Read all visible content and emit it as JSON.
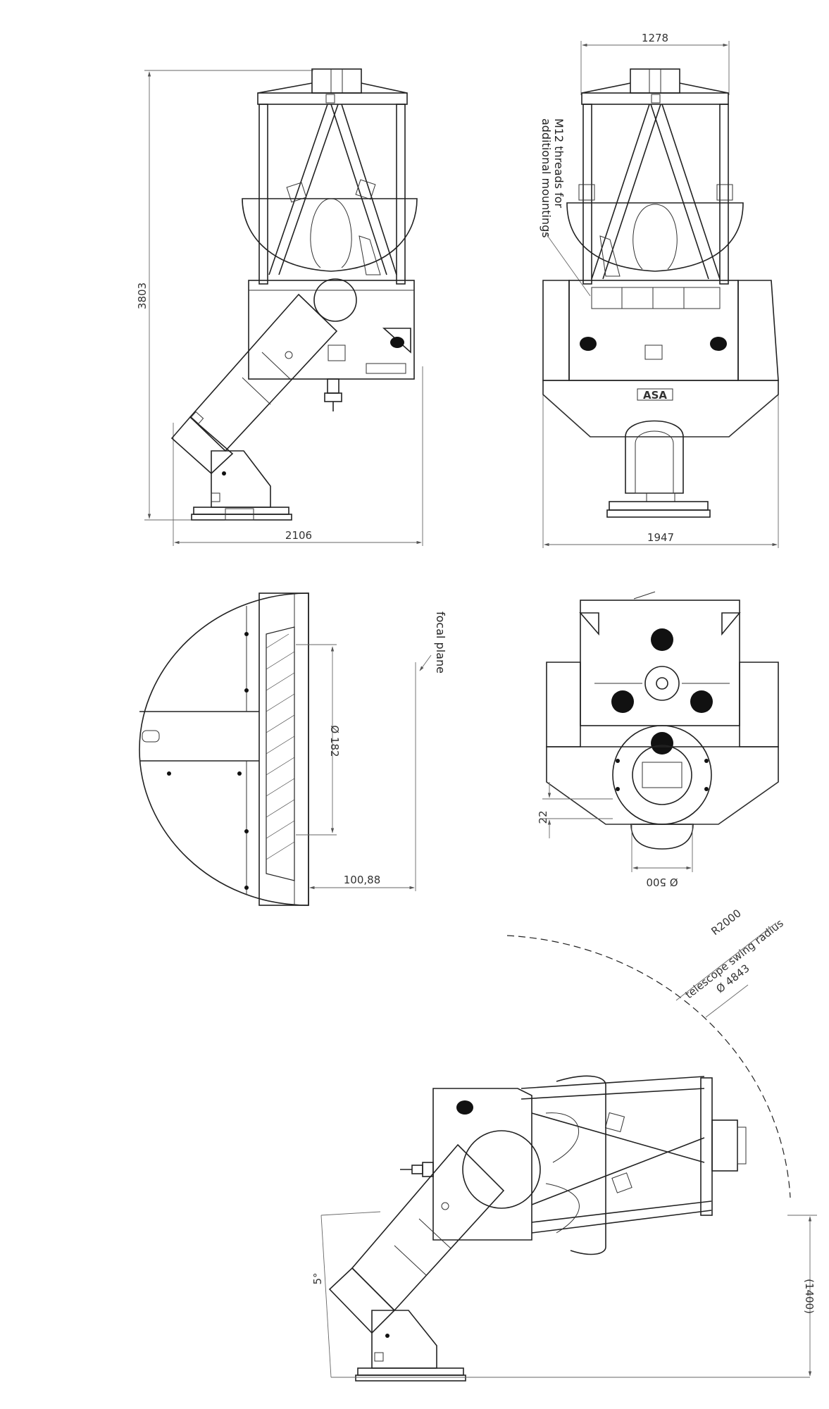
{
  "dimensions": {
    "side_height": "3803",
    "side_width": "2106",
    "front_top_width": "1278",
    "front_width": "1947",
    "detail_diameter": "Ø 182",
    "detail_offset": "100,88",
    "top_offset": "22",
    "top_diameter": "Ø 500",
    "swing_radius": "R2000",
    "swing_diameter": "Ø 4843",
    "tilt_angle": "5°",
    "tilt_height": "(1400)"
  },
  "annotations": {
    "threads_line1": "M12 threads for",
    "threads_line2": "additional mountings",
    "focal_plane": "focal plane",
    "swing_label": "telescope swing radius",
    "logo": "ASA"
  }
}
